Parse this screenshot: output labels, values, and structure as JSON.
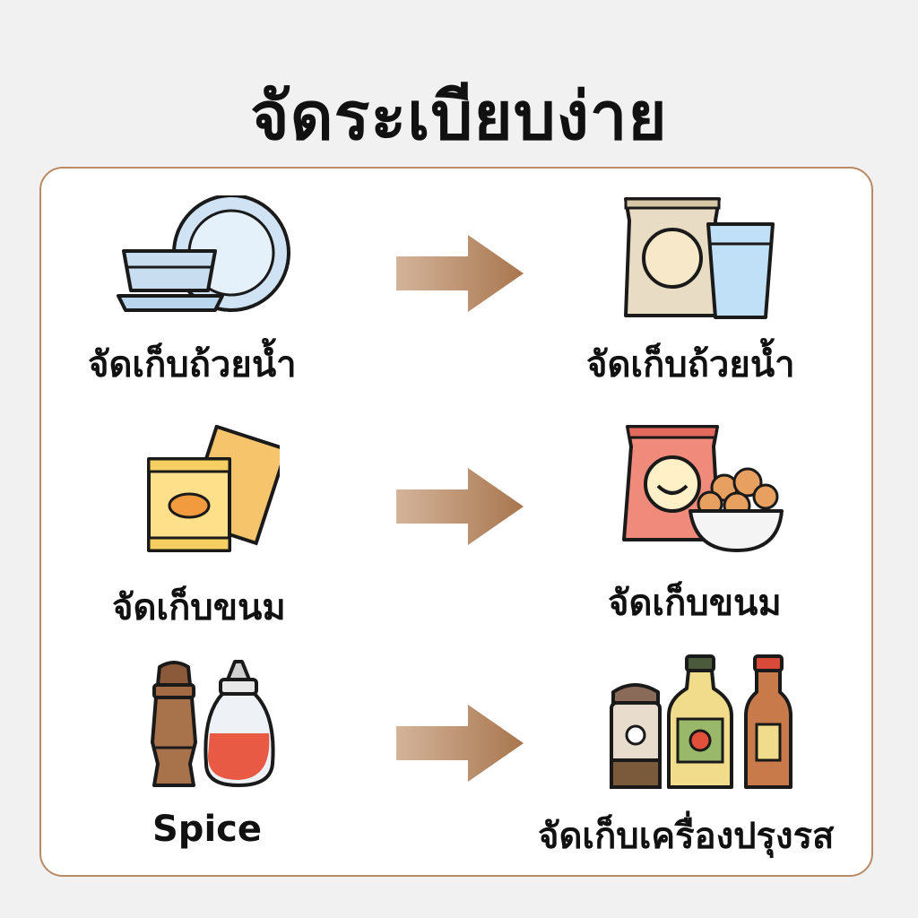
{
  "title": "จัดระเบียบง่าย",
  "rows": [
    {
      "left_label": "จัดเก็บถ้วยน้ำ",
      "right_label": "จัดเก็บถ้วยน้ำ"
    },
    {
      "left_label": "จัดเก็บขนม",
      "right_label": "จัดเก็บขนม"
    },
    {
      "left_label": "Spice",
      "right_label": "จัดเก็บเครื่องปรุงรส"
    }
  ],
  "icons": {
    "row1_left": "dishes-icon",
    "row1_right": "snack-bag-and-glass-icon",
    "row2_left": "snack-packets-icon",
    "row2_right": "chips-bag-and-bowl-icon",
    "row3_left": "pepper-mill-and-shaker-icon",
    "row3_right": "condiment-bottles-icon"
  },
  "colors": {
    "arrow": "#a8764e",
    "card_border": "#b88a66",
    "background": "#f1f1f1"
  }
}
